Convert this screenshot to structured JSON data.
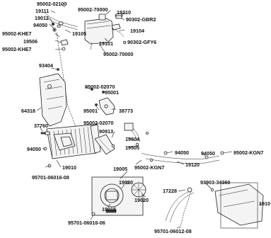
{
  "labels": {
    "p95002_02100": "95002-02100",
    "p19111": "19111",
    "p95002_70000_top": "95002-70000",
    "p19210": "19210",
    "p19012": "19012",
    "p90302_gbr2": "90302-GBR2",
    "p94050_a": "94050",
    "p19105": "19105",
    "p19104": "19104",
    "p95002_khe7_a": "95002-KHE7",
    "p19506": "19506",
    "p19101": "19101",
    "p90302_gfy6": "90302-GFY6",
    "p95002_khe7_b": "95002-KHE7",
    "p95002_70000_b": "95002-70000",
    "p93404": "93404",
    "p95002_02070_a": "95002-02070",
    "p95001_a": "95001",
    "p64318": "64318",
    "p95001_b": "95001",
    "p38773": "38773",
    "p95002_02070_b": "95002-02070",
    "p37760": "37760",
    "p90913": "90913",
    "p19504": "19504",
    "p19505": "19505",
    "p94050_b": "94050",
    "p94050_c": "94050",
    "p94050_d": "94050",
    "p95002_kgn7_a": "95002-KGN7",
    "p19120": "19120",
    "p19010": "19010",
    "p95002_kgn7_b": "95002-KGN7",
    "p19005": "19005",
    "p95701_06016_08": "95701-06016-08",
    "p93903_34360": "93903-34360",
    "p19030": "19030",
    "p17228": "17228",
    "p19020": "19020",
    "p19015": "19015",
    "p1910": "1910",
    "p95701_06016_06": "95701-06016-06",
    "p95701_06012_08": "95701-06012-08"
  }
}
